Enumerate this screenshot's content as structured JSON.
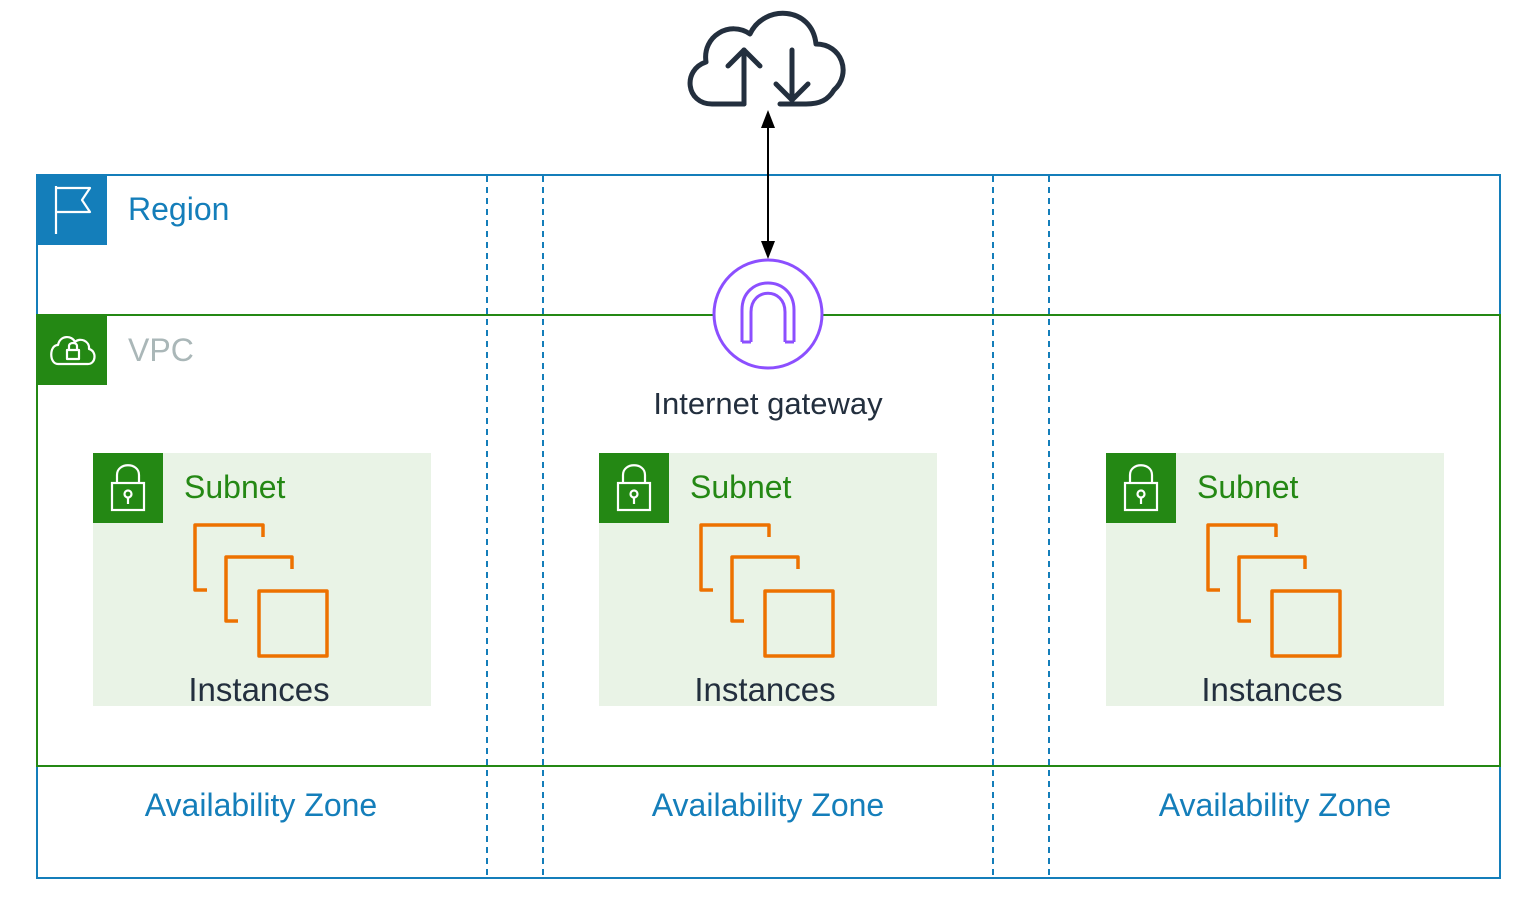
{
  "region": {
    "label": "Region",
    "icon": "flag-icon",
    "color": "#147EBA"
  },
  "vpc": {
    "label": "VPC",
    "icon": "cloud-lock-icon",
    "color": "#248814",
    "label_color": "#AAB7B8"
  },
  "internet": {
    "icon": "cloud-upload-download-icon",
    "color": "#232F3E"
  },
  "gateway": {
    "label": "Internet gateway",
    "icon": "internet-gateway-icon",
    "color": "#8C4FFF"
  },
  "zones": [
    {
      "label": "Availability Zone",
      "subnet": {
        "label": "Subnet",
        "icon": "padlock-icon"
      },
      "instances": {
        "label": "Instances",
        "icon": "instances-icon"
      }
    },
    {
      "label": "Availability Zone",
      "subnet": {
        "label": "Subnet",
        "icon": "padlock-icon"
      },
      "instances": {
        "label": "Instances",
        "icon": "instances-icon"
      }
    },
    {
      "label": "Availability Zone",
      "subnet": {
        "label": "Subnet",
        "icon": "padlock-icon"
      },
      "instances": {
        "label": "Instances",
        "icon": "instances-icon"
      }
    }
  ],
  "colors": {
    "subnet_fill": "#E9F3E6",
    "subnet_badge": "#248814",
    "instances_stroke": "#ED7100",
    "zone_label": "#147EBA",
    "dash": "#147EBA"
  }
}
